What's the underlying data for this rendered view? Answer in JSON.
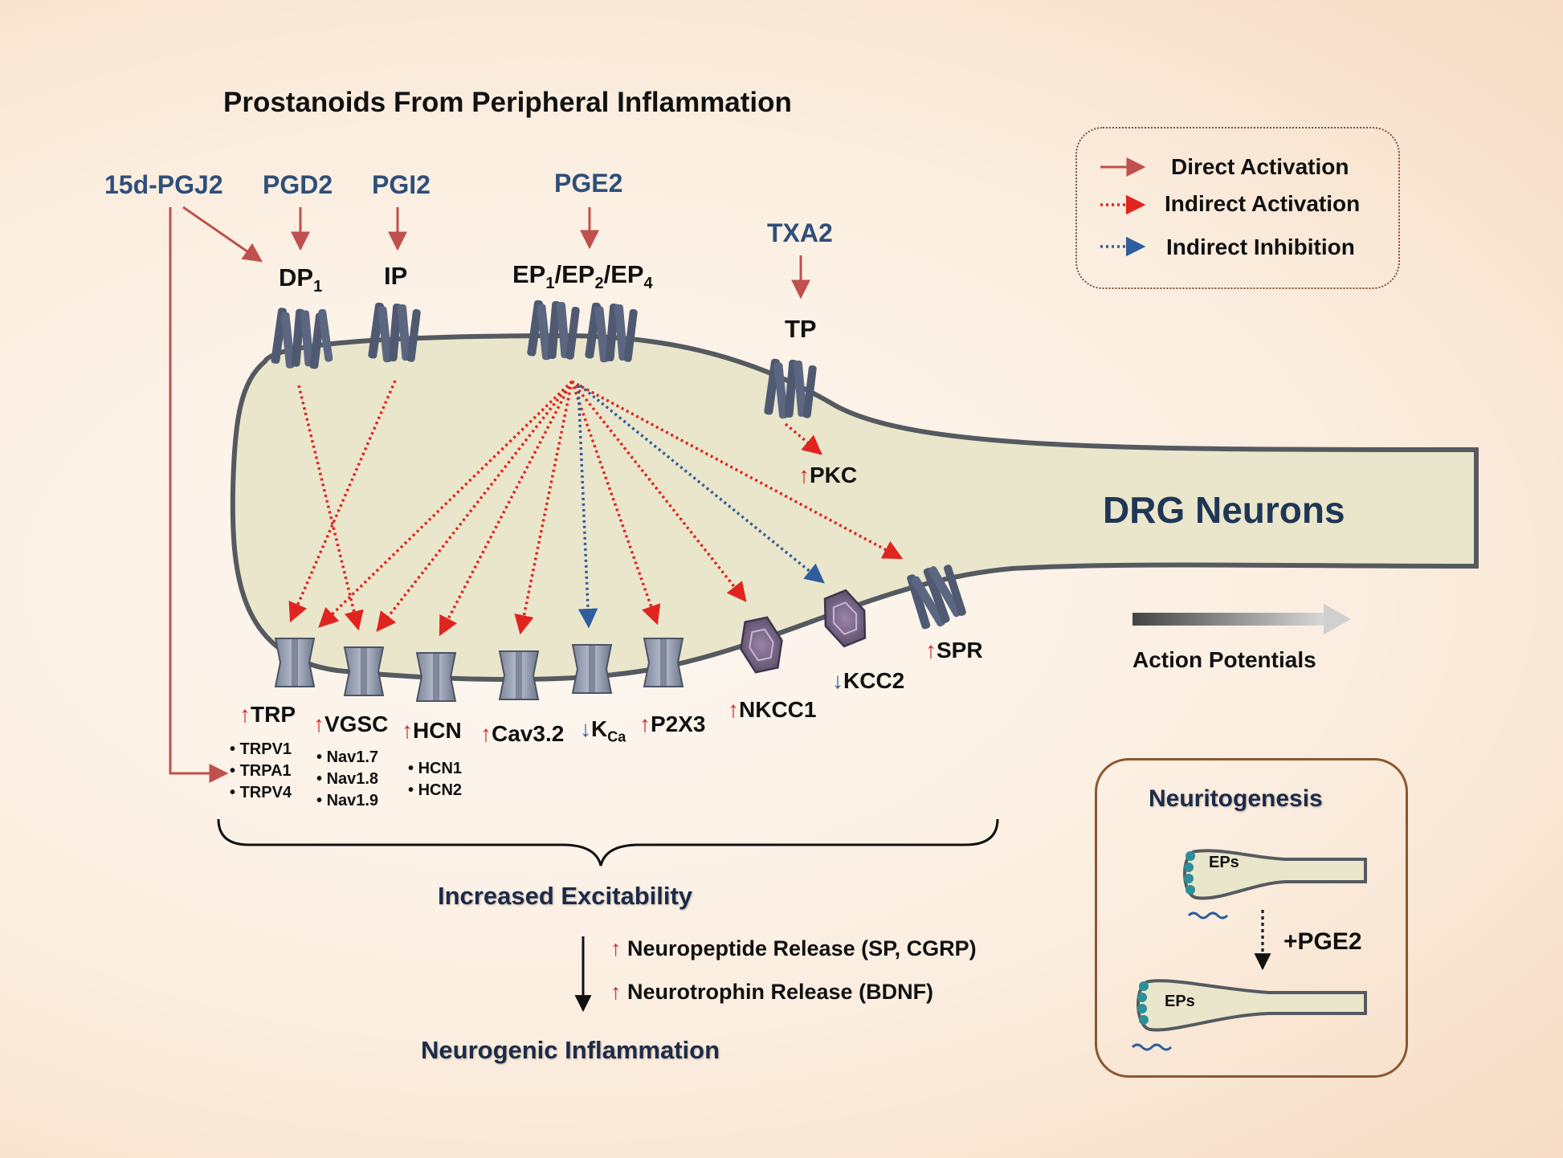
{
  "title": "Prostanoids From Peripheral Inflammation",
  "ligands": {
    "pgj2": "15d-PGJ2",
    "pgd2": "PGD2",
    "pgi2": "PGI2",
    "pge2": "PGE2",
    "txa2": "TXA2"
  },
  "receptors": {
    "dp": {
      "base": "DP",
      "sub": "1"
    },
    "ip": "IP",
    "ep": {
      "ep1": "EP",
      "s1": "1",
      "slash1": "/EP",
      "s2": "2",
      "slash2": "/EP",
      "s4": "4"
    },
    "tp": "TP"
  },
  "pkc": "PKC",
  "neurons_label": "DRG Neurons",
  "action_potentials": "Action Potentials",
  "channels": {
    "trp": {
      "label": "TRP",
      "subtypes": [
        "TRPV1",
        "TRPA1",
        "TRPV4"
      ]
    },
    "vgsc": {
      "label": "VGSC",
      "subtypes": [
        "Nav1.7",
        "Nav1.8",
        "Nav1.9"
      ]
    },
    "hcn": {
      "label": "HCN",
      "subtypes": [
        "HCN1",
        "HCN2"
      ]
    },
    "cav": {
      "label": "Cav3.2"
    },
    "kca": {
      "label": "K",
      "sub": "Ca"
    },
    "p2x3": {
      "label": "P2X3"
    },
    "nkcc1": {
      "label": "NKCC1"
    },
    "kcc2": {
      "label": "KCC2"
    },
    "spr": {
      "label": "SPR"
    }
  },
  "arrows": {
    "up": "↑",
    "down": "↓"
  },
  "legend": {
    "direct": "Direct Activation",
    "indirect_activation": "Indirect Activation",
    "indirect_inhibition": "Indirect Inhibition"
  },
  "outcomes": {
    "excitability": "Increased Excitability",
    "neuropeptide": "Neuropeptide Release (SP, CGRP)",
    "neurotrophin": "Neurotrophin Release (BDNF)",
    "inflammation": "Neurogenic Inflammation"
  },
  "inset": {
    "title": "Neuritogenesis",
    "eps_label": "EPs",
    "treatment": "+PGE2"
  },
  "colors": {
    "direct": "#c0504d",
    "indirect_activation": "#e0241f",
    "indirect_inhibition": "#2f5e9c",
    "neuron_fill": "#eae6cc",
    "membrane": "#555a60",
    "receptor": "#4f5a72",
    "ligand_text": "#2f4e7a"
  }
}
